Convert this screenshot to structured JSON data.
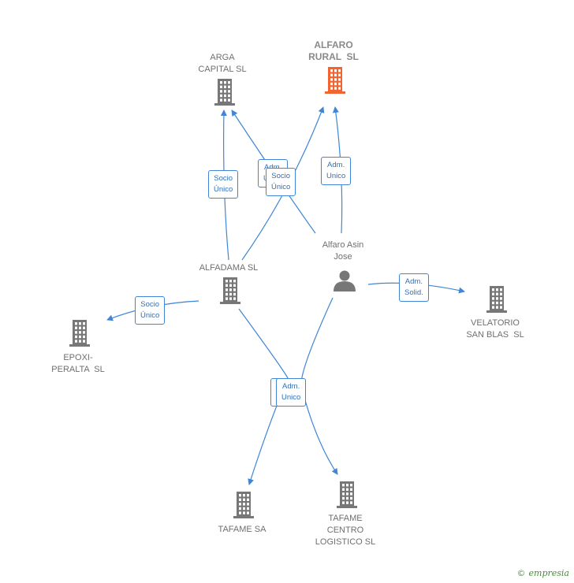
{
  "nodes": [
    {
      "id": "arga",
      "label": [
        "ARGA",
        "CAPITAL SL"
      ],
      "type": "company",
      "color": "#777777"
    },
    {
      "id": "alfaro",
      "label": [
        "ALFARO",
        "RURAL  SL"
      ],
      "type": "company",
      "color": "#f26533",
      "highlight": true
    },
    {
      "id": "alfadama",
      "label": [
        "ALFADAMA SL"
      ],
      "type": "company",
      "color": "#777777"
    },
    {
      "id": "person",
      "label": [
        "Alfaro Asin",
        "Jose"
      ],
      "type": "person",
      "color": "#777777"
    },
    {
      "id": "velatorio",
      "label": [
        "VELATORIO",
        "SAN BLAS  SL"
      ],
      "type": "company",
      "color": "#777777"
    },
    {
      "id": "epoxi",
      "label": [
        "EPOXI-",
        "PERALTA  SL"
      ],
      "type": "company",
      "color": "#777777"
    },
    {
      "id": "tafame",
      "label": [
        "TAFAME SA"
      ],
      "type": "company",
      "color": "#777777"
    },
    {
      "id": "tafame_cl",
      "label": [
        "TAFAME",
        "CENTRO",
        "LOGISTICO SL"
      ],
      "type": "company",
      "color": "#777777"
    }
  ],
  "edges": [
    {
      "from": "alfadama",
      "to": "arga",
      "label": [
        "Socio",
        "Único"
      ]
    },
    {
      "from": "person",
      "to": "arga",
      "label": [
        "Adm.",
        "Unico"
      ]
    },
    {
      "from": "alfadama",
      "to": "alfaro",
      "label": [
        "Socio",
        "Único"
      ]
    },
    {
      "from": "person",
      "to": "alfaro",
      "label": [
        "Adm.",
        "Unico"
      ]
    },
    {
      "from": "person",
      "to": "velatorio",
      "label": [
        "Adm.",
        "Solid."
      ]
    },
    {
      "from": "alfadama",
      "to": "epoxi",
      "label": [
        "Socio",
        "Único"
      ]
    },
    {
      "from": "alfadama",
      "to": "tafame",
      "label": [
        "Adm.",
        "Unico"
      ]
    },
    {
      "from": "person",
      "to": "tafame_cl",
      "label": [
        "Adm.",
        "Unico"
      ]
    }
  ],
  "brand": {
    "symbol": "©",
    "name": "empresia"
  },
  "colors": {
    "edge": "#3f86d6",
    "node": "#777777",
    "highlight": "#f26533"
  }
}
